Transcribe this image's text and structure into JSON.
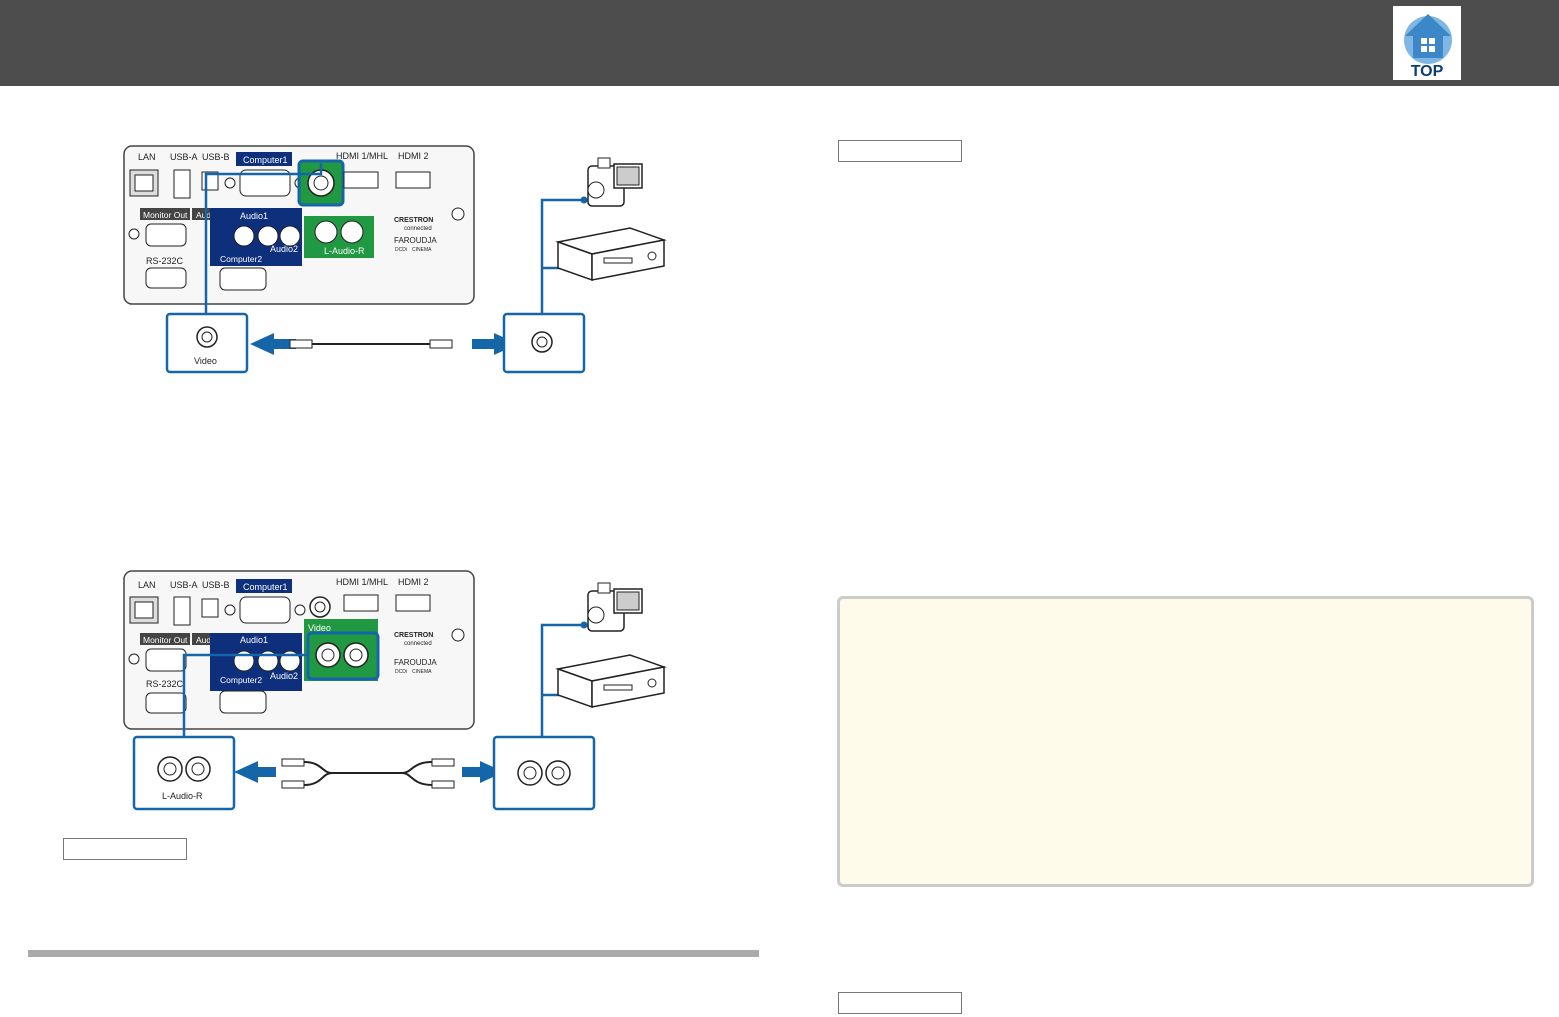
{
  "header": {
    "top_button": {
      "label": "TOP",
      "icon": "home-arrow-icon"
    }
  },
  "colors": {
    "header_bg": "#4d4d4d",
    "panel_blue": "#0e2f7c",
    "accent_blue": "#1566a8",
    "port_green": "#219842",
    "note_bg": "#fffbea"
  },
  "panel_labels": {
    "lan": "LAN",
    "usb_a": "USB-A",
    "usb_b": "USB-B",
    "computer1": "Computer1",
    "hdmi1": "HDMI 1/MHL",
    "hdmi2": "HDMI 2",
    "monitor_out": "Monitor Out",
    "audio_out": "Audio Out",
    "audio1": "Audio1",
    "audio2": "Audio2",
    "computer2": "Computer2",
    "rs232c": "RS-232C",
    "video": "Video",
    "l_audio_r": "L-Audio-R",
    "crestron": "CRESTRON",
    "connected": "connected",
    "faroudja": "FAROUDJA",
    "dcdi": "DCDi",
    "cinema": "CINEMA"
  },
  "diagrams": {
    "video": {
      "callout_label": "Video"
    },
    "audio": {
      "callout_label": "L-Audio-R"
    }
  }
}
